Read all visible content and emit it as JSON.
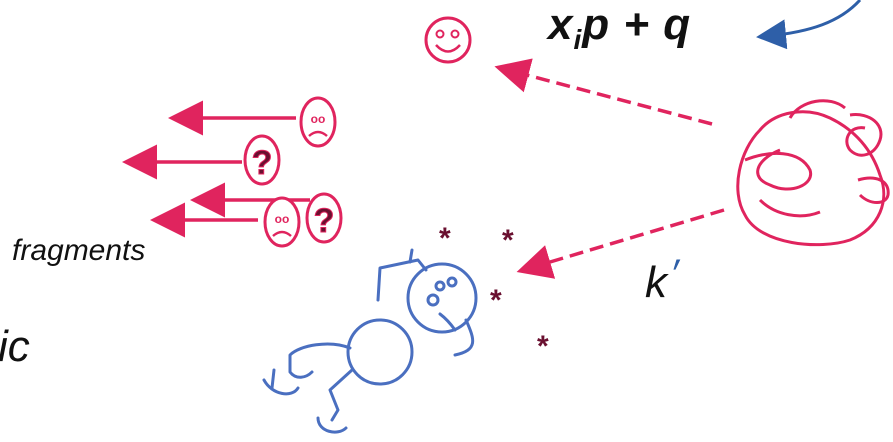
{
  "labels": {
    "formula": "x",
    "formula_sub": "i",
    "formula_rest": "p + q",
    "fragments": "fragments",
    "k_prime": "k",
    "k_prime_mark": "′",
    "partial_word": "ic"
  },
  "glyphs": {
    "question": "?",
    "eyes": "oo",
    "asterisk": "*"
  },
  "colors": {
    "pink": "#e0245e",
    "blue": "#4a6fc0",
    "dark_blue": "#2e5fa8",
    "maroon": "#6a1030",
    "text": "#111111"
  },
  "icons": [
    "smiley-face-icon",
    "sad-face-icon",
    "question-face-icon",
    "tangle-blob-icon",
    "stick-figure-icon",
    "curved-arrow-icon"
  ]
}
